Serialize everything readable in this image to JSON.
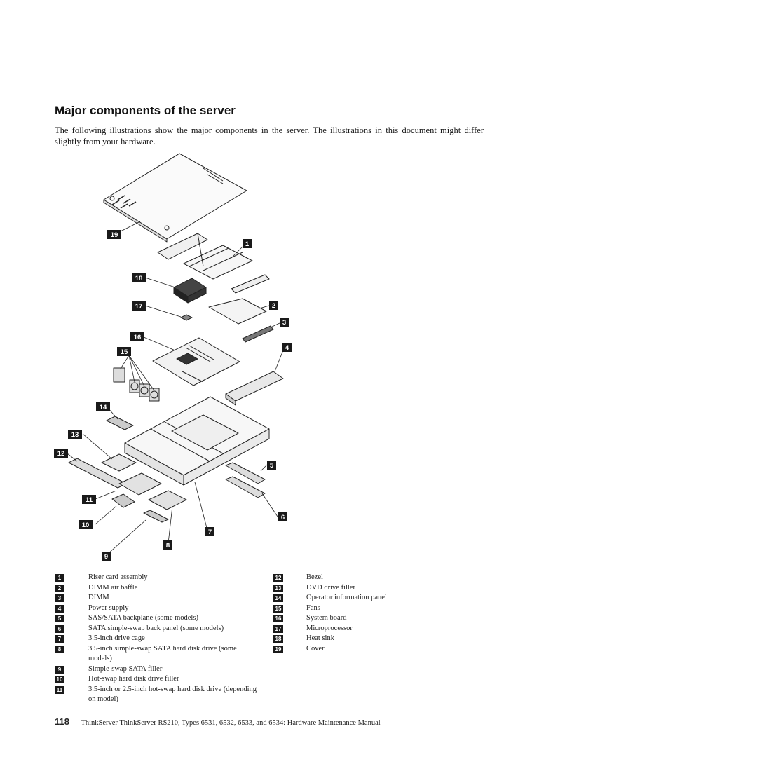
{
  "section": {
    "title": "Major components of the server",
    "intro": "The following illustrations show the major components in the server. The illustrations in this document might differ slightly from your hardware."
  },
  "figure": {
    "callouts": [
      "1",
      "2",
      "3",
      "4",
      "5",
      "6",
      "7",
      "8",
      "9",
      "10",
      "11",
      "12",
      "13",
      "14",
      "15",
      "16",
      "17",
      "18",
      "19"
    ]
  },
  "legend": {
    "left": [
      {
        "num": "1",
        "label": "Riser card assembly"
      },
      {
        "num": "2",
        "label": "DIMM air baffle"
      },
      {
        "num": "3",
        "label": "DIMM"
      },
      {
        "num": "4",
        "label": "Power supply"
      },
      {
        "num": "5",
        "label": "SAS/SATA backplane (some models)"
      },
      {
        "num": "6",
        "label": "SATA simple-swap back panel (some models)"
      },
      {
        "num": "7",
        "label": "3.5-inch drive cage"
      },
      {
        "num": "8",
        "label": "3.5-inch simple-swap SATA hard disk drive (some models)"
      },
      {
        "num": "9",
        "label": "Simple-swap SATA filler"
      },
      {
        "num": "10",
        "label": "Hot-swap hard disk drive filler"
      },
      {
        "num": "11",
        "label": "3.5-inch or 2.5-inch hot-swap hard disk drive (depending on model)"
      }
    ],
    "right": [
      {
        "num": "12",
        "label": "Bezel"
      },
      {
        "num": "13",
        "label": "DVD drive filler"
      },
      {
        "num": "14",
        "label": "Operator information panel"
      },
      {
        "num": "15",
        "label": "Fans"
      },
      {
        "num": "16",
        "label": "System board"
      },
      {
        "num": "17",
        "label": "Microprocessor"
      },
      {
        "num": "18",
        "label": "Heat sink"
      },
      {
        "num": "19",
        "label": "Cover"
      }
    ]
  },
  "footer": {
    "page_number": "118",
    "text": "ThinkServer ThinkServer RS210, Types 6531, 6532, 6533, and 6534: Hardware Maintenance Manual"
  }
}
